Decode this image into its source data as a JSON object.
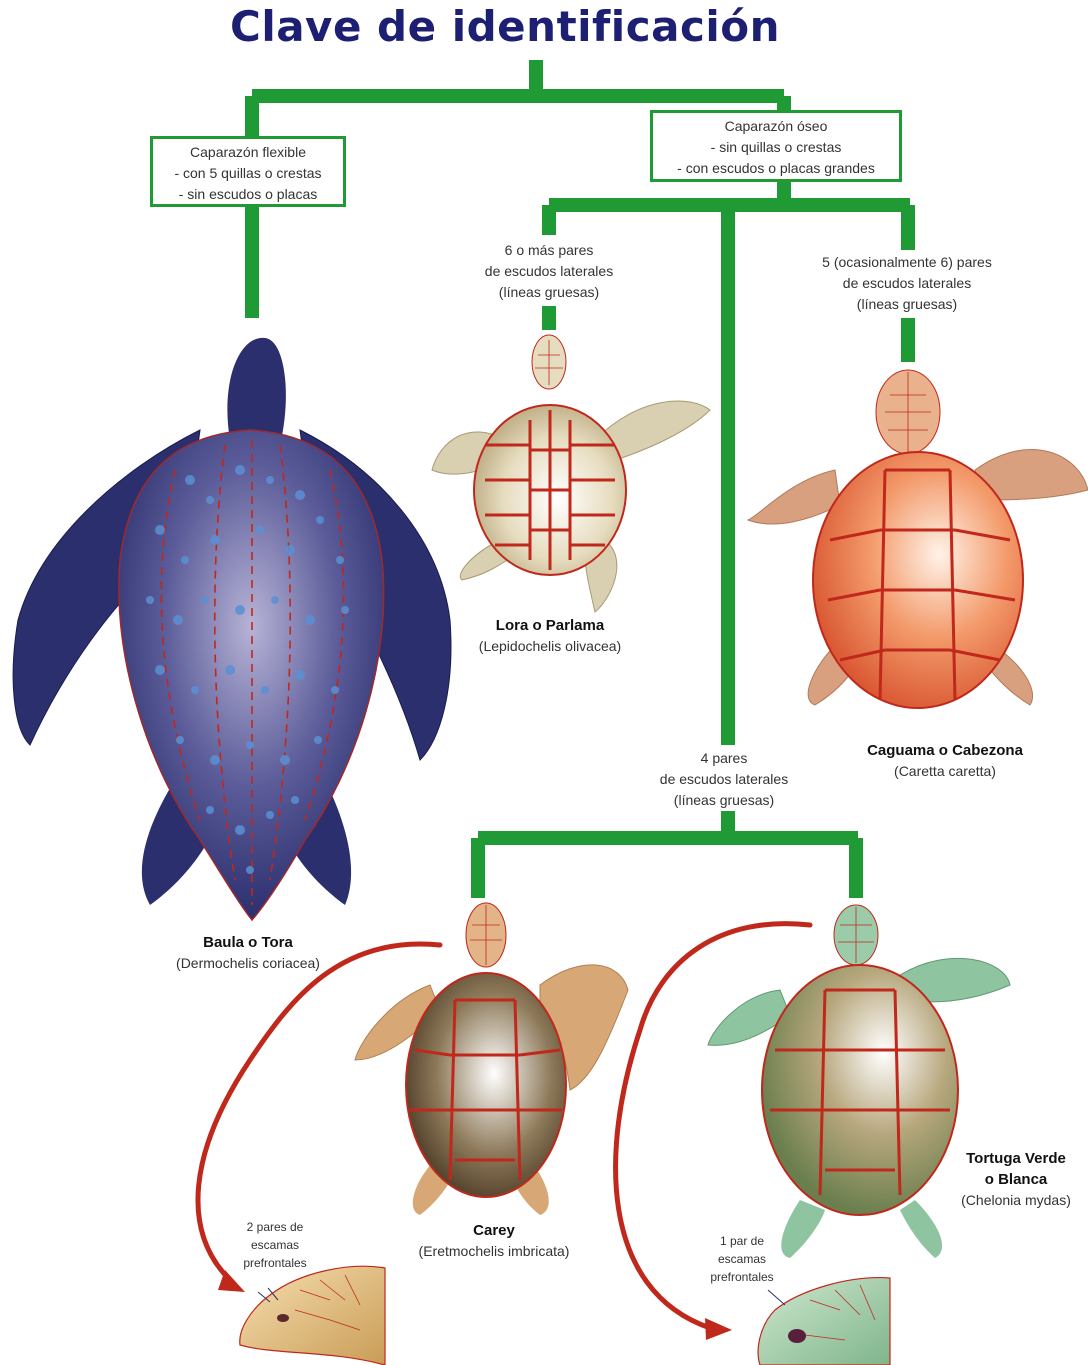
{
  "title": "Clave de identificación",
  "colors": {
    "branch": "#1f9a35",
    "title": "#1c1f72",
    "scute_line": "#c0281c",
    "arrow": "#c0281c"
  },
  "boxes": {
    "flexible": {
      "lines": [
        "Caparazón flexible",
        "- con 5 quillas o crestas",
        "- sin escudos o placas"
      ]
    },
    "bony": {
      "lines": [
        "Caparazón óseo",
        "- sin quillas o crestas",
        "- con escudos o placas grandes"
      ]
    }
  },
  "criteria": {
    "six_pairs": [
      "6 o más pares",
      "de escudos laterales",
      "(líneas gruesas)"
    ],
    "five_pairs": [
      "5 (ocasionalmente 6) pares",
      "de escudos laterales",
      "(líneas gruesas)"
    ],
    "four_pairs": [
      "4 pares",
      "de escudos laterales",
      "(líneas gruesas)"
    ]
  },
  "species": {
    "baula": {
      "name": "Baula o Tora",
      "scientific": "(Dermochelis coriacea)"
    },
    "lora": {
      "name": "Lora o Parlama",
      "scientific": "(Lepidochelis olivacea)"
    },
    "caguama": {
      "name": "Caguama o Cabezona",
      "scientific": "(Caretta caretta)"
    },
    "carey": {
      "name": "Carey",
      "scientific": "(Eretmochelis imbricata)"
    },
    "verde": {
      "name_line1": "Tortuga Verde",
      "name_line2": "o Blanca",
      "scientific": "(Chelonia mydas)"
    }
  },
  "notes": {
    "carey_scales": [
      "2 pares de",
      "escamas",
      "prefrontales"
    ],
    "verde_scales": [
      "1 par de",
      "escamas",
      "prefrontales"
    ]
  },
  "icons": [
    "leatherback-turtle",
    "olive-ridley-turtle",
    "loggerhead-turtle",
    "hawksbill-turtle",
    "green-turtle",
    "hawksbill-head",
    "green-turtle-head"
  ]
}
